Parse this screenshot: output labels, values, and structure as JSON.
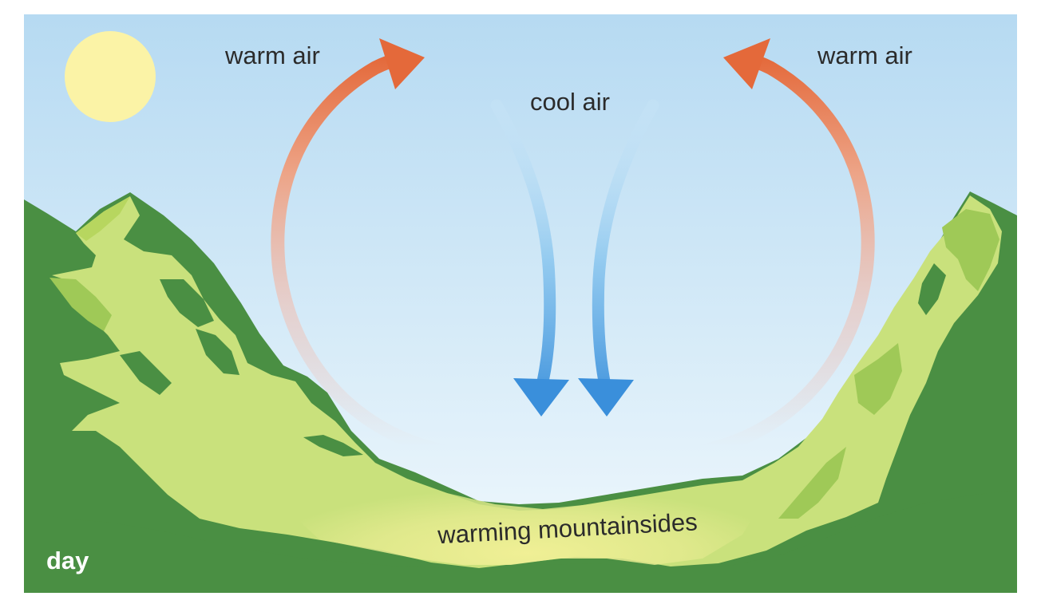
{
  "labels": {
    "warm_air_left": "warm air",
    "warm_air_right": "warm air",
    "cool_air": "cool air",
    "mountainsides": "warming mountainsides",
    "time_of_day": "day"
  },
  "colors": {
    "sky_top": "#b8dcf3",
    "sky_bottom": "#eef7fc",
    "sun": "#fbf3a6",
    "mountain_dark": "#4a8f43",
    "mountain_light": "#c9e17c",
    "mountain_mid": "#9fc957",
    "valley_glow": "#f4ef94",
    "warm_arrow": "#e4693a",
    "cool_arrow": "#3b93dc"
  },
  "icons": {
    "sun": "sun-icon",
    "warm_arrow": "warm-air-arrow-icon",
    "cool_arrow": "cool-air-arrow-icon"
  }
}
